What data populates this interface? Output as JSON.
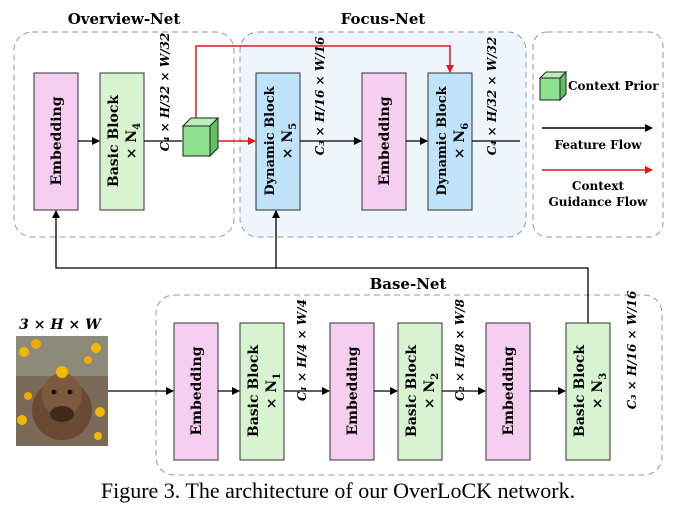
{
  "groups": {
    "overview": "Overview-Net",
    "focus": "Focus-Net",
    "base": "Base-Net"
  },
  "blocks": {
    "embedding": "Embedding",
    "basic_block": "Basic Block",
    "dynamic_block": "Dynamic Block",
    "n1": "× N",
    "n1_sub": "1",
    "n2_sub": "2",
    "n3_sub": "3",
    "n4_sub": "4",
    "n5_sub": "5",
    "n6_sub": "6"
  },
  "shapes": {
    "input": "3 × H × W",
    "s1": "C₁ × H/4 × W/4",
    "s2": "C₂ × H/8 × W/8",
    "s3": "C₃ × H/16 × W/16",
    "s4": "C₄ × H/32 × W/32"
  },
  "legend": {
    "context_prior": "Context Prior",
    "feature_flow": "Feature Flow",
    "context_guidance_line1": "Context",
    "context_guidance_line2": "Guidance Flow"
  },
  "caption": "Figure 3. The architecture of our OverLoCK network.",
  "colors": {
    "embedding": "#f5cef0",
    "basic": "#d8f3d0",
    "dynamic": "#bfe3fa",
    "focus_bg": "#eef6fb",
    "guidance": "#e3161b",
    "cube": "#8fe08f"
  }
}
